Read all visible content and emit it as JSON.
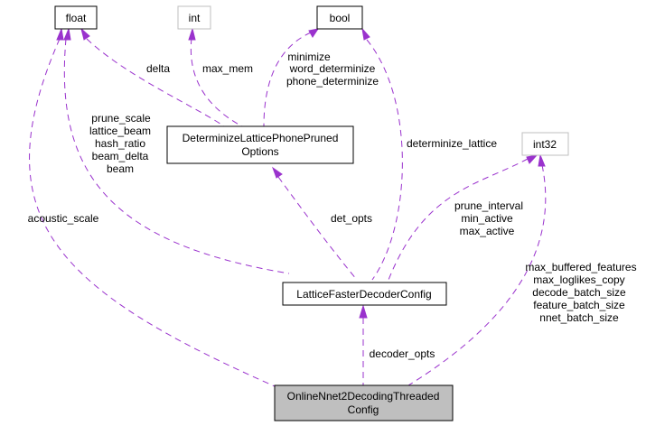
{
  "nodes": {
    "float": {
      "label": "float",
      "style": "normal"
    },
    "int": {
      "label": "int",
      "style": "muted"
    },
    "bool": {
      "label": "bool",
      "style": "normal"
    },
    "determinize_options": {
      "lines": [
        "DeterminizeLatticePhonePruned",
        "Options"
      ],
      "style": "normal"
    },
    "int32": {
      "label": "int32",
      "style": "muted"
    },
    "lattice_config": {
      "label": "LatticeFasterDecoderConfig",
      "style": "normal"
    },
    "online_config": {
      "lines": [
        "OnlineNnet2DecodingThreaded",
        "Config"
      ],
      "style": "highlighted"
    }
  },
  "edge_labels": {
    "float_to_options": [
      "delta"
    ],
    "int_to_options": [
      "max_mem"
    ],
    "bool_to_options": [
      "minimize",
      "word_determinize",
      "phone_determinize"
    ],
    "float_to_lattice": [
      "prune_scale",
      "lattice_beam",
      "hash_ratio",
      "beam_delta",
      "beam"
    ],
    "bool_to_lattice": [
      "determinize_lattice"
    ],
    "options_to_lattice": [
      "det_opts"
    ],
    "int32_to_lattice": [
      "prune_interval",
      "min_active",
      "max_active"
    ],
    "float_to_online": [
      "acoustic_scale"
    ],
    "int32_to_online": [
      "max_buffered_features",
      "max_loglikes_copy",
      "decode_batch_size",
      "feature_batch_size",
      "nnet_batch_size"
    ],
    "lattice_to_online": [
      "decoder_opts"
    ]
  },
  "colors": {
    "edge": "#9a32cd",
    "node_border": "#000000",
    "muted_border": "#bfbfbf",
    "highlight_fill": "#bfbfbf"
  }
}
